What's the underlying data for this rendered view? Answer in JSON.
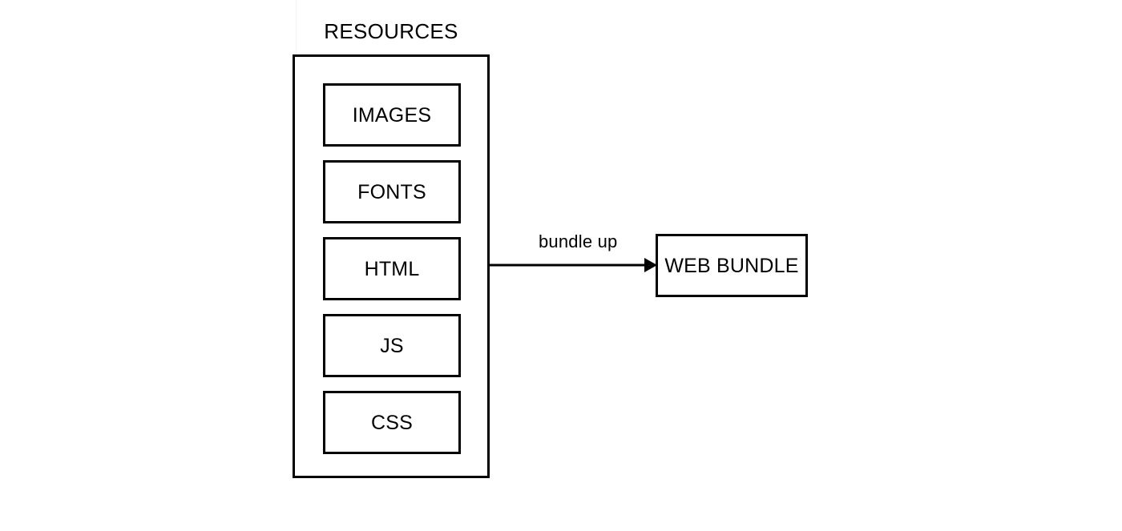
{
  "diagram": {
    "background_color": "#ffffff",
    "stroke_color": "#000000",
    "resources": {
      "title": "RESOURCES",
      "items": [
        {
          "label": "IMAGES"
        },
        {
          "label": "FONTS"
        },
        {
          "label": "HTML"
        },
        {
          "label": "JS"
        },
        {
          "label": "CSS"
        }
      ]
    },
    "connector": {
      "label": "bundle up",
      "direction": "right",
      "arrowhead": "solid-triangle",
      "from": "RESOURCES",
      "to": "WEB BUNDLE"
    },
    "output": {
      "label": "WEB BUNDLE"
    }
  }
}
